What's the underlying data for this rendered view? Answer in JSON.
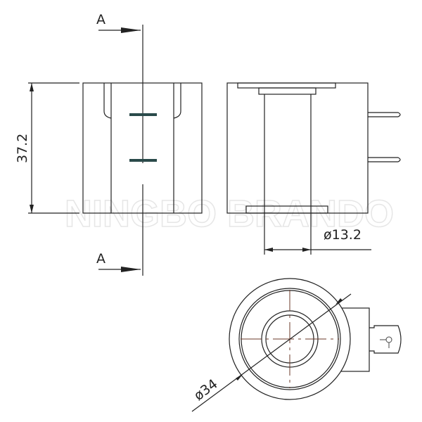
{
  "watermark": "NINGBO BRANDO",
  "section_labels": {
    "top": "A",
    "bottom": "A"
  },
  "dimensions": {
    "height": "37.2",
    "bore_diameter": "ø13.2",
    "outer_diameter": "ø34"
  }
}
